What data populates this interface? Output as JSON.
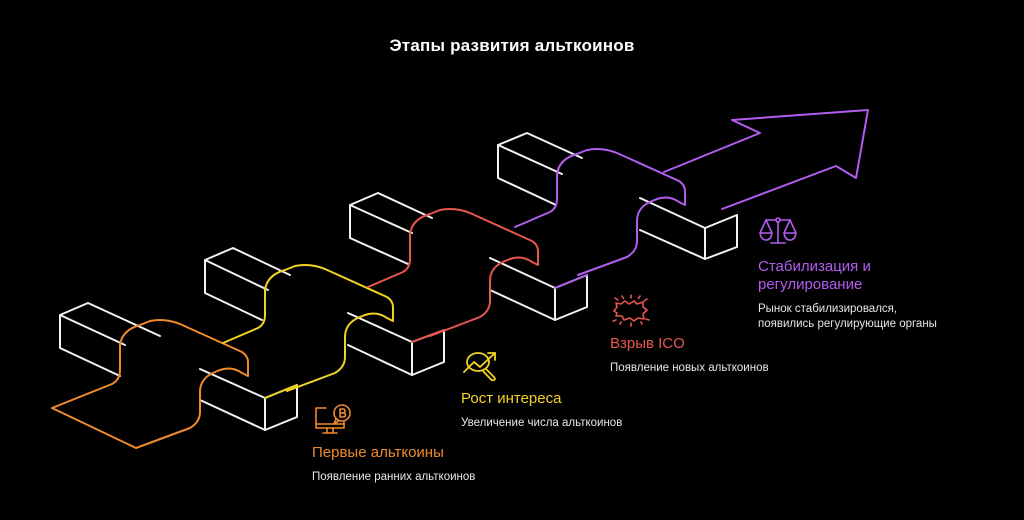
{
  "title": "Этапы развития альткоинов",
  "colors": {
    "background": "#000000",
    "box_stroke": "#f2f2f2",
    "stage1": "#f08a2e",
    "stage2": "#f2d322",
    "stage3": "#e8574f",
    "stage4": "#b35cf0"
  },
  "steps": [
    {
      "icon": "monitor-bitcoin-icon",
      "heading": "Первые альткоины",
      "description": "Появление ранних альткоинов",
      "color": "#f08a2e"
    },
    {
      "icon": "magnifier-growth-chart-icon",
      "heading": "Рост интереса",
      "description": "Увеличение числа альткоинов",
      "color": "#f2d322"
    },
    {
      "icon": "explosion-icon",
      "heading": "Взрыв ICO",
      "description": "Появление новых альткоинов",
      "color": "#e8574f"
    },
    {
      "icon": "scales-icon",
      "heading_line1": "Стабилизация и",
      "heading_line2": "регулирование",
      "description_line1": "Рынок стабилизировался,",
      "description_line2": "появились регулирующие органы",
      "color": "#b35cf0"
    }
  ]
}
